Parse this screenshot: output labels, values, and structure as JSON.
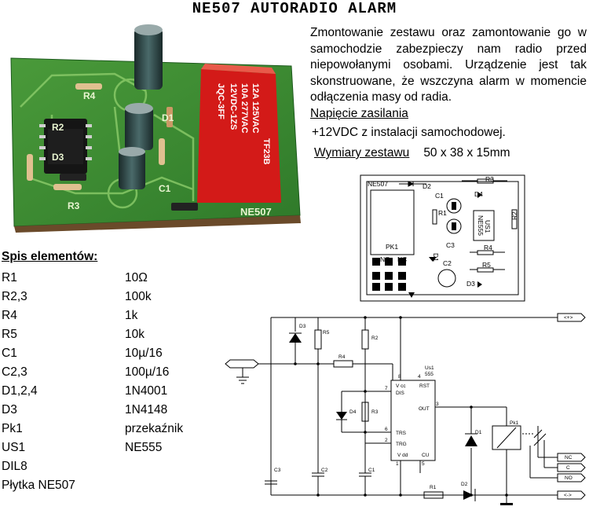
{
  "title": "NE507 AUTORADIO ALARM",
  "description": "Zmontowanie zestawu oraz zamontowanie go w samochodzie zabezpieczy nam radio przed niepowołanymi osobami. Urządzenie jest tak skonstruowane, że wszczyna alarm w momencie odłączenia masy od radia.",
  "supply": {
    "heading": "Napięcie zasilania",
    "value": "+12VDC z instalacji samochodowej."
  },
  "dimensions": {
    "heading": "Wymiary zestawu",
    "value": "50 x 38 x 15mm"
  },
  "pcb_photo": {
    "relay_lines": [
      "JQC-3FF",
      "12VDC-1ZS",
      "10A 277VAC",
      "12A 125VAC",
      "TF23B"
    ],
    "board_label": "NE507",
    "silk": [
      "R2",
      "R4",
      "R3",
      "D3",
      "C1",
      "D1"
    ]
  },
  "layout": {
    "board": "NE507",
    "pk": "PK1",
    "no": "NO",
    "nc": "NC",
    "ic": "US1",
    "ic2": "NE555",
    "labels": {
      "d2": "D2",
      "r3": "R3",
      "d4": "D4",
      "c1": "C1",
      "r1": "R1",
      "c3": "C3",
      "r2": "R2",
      "r4": "R4",
      "d1": "D1",
      "c2": "C2",
      "r5": "R5",
      "d3": "D3"
    }
  },
  "parts_heading": "Spis elementów:",
  "parts": [
    {
      "name": "R1",
      "value": "10Ω"
    },
    {
      "name": "R2,3",
      "value": "100k"
    },
    {
      "name": "R4",
      "value": "1k"
    },
    {
      "name": "R5",
      "value": "10k"
    },
    {
      "name": "C1",
      "value": "10µ/16"
    },
    {
      "name": "C2,3",
      "value": "100µ/16"
    },
    {
      "name": "D1,2,4",
      "value": "1N4001"
    },
    {
      "name": "D3",
      "value": "1N4148"
    },
    {
      "name": "Pk1",
      "value": "przekaźnik"
    },
    {
      "name": "US1",
      "value": "NE555"
    },
    {
      "name": "DIL8",
      "value": ""
    },
    {
      "name": "Płytka NE507",
      "value": ""
    }
  ],
  "schematic": {
    "plus": "<+>",
    "minus": "<->",
    "nc": "NC",
    "c": "C",
    "no": "NO",
    "d3": "D3",
    "r5": "R5",
    "r2": "R2",
    "r4": "R4",
    "us1": "Us1",
    "us1b": "555",
    "vcc": "V cc",
    "rst": "RST",
    "dis": "DIS",
    "out": "OUT",
    "trs": "TRS",
    "trg": "TRG",
    "vdd": "V dd",
    "cu": "CU",
    "d4": "D4",
    "r3": "R3",
    "d1": "D1",
    "pk1": "Pk1",
    "c3": "C3",
    "c2": "C2",
    "c1": "C1",
    "r1": "R1",
    "d2": "D2",
    "p8": "8",
    "p4": "4",
    "p7": "7",
    "p3": "3",
    "p6": "6",
    "p2": "2",
    "p1": "1",
    "p5": "5"
  }
}
